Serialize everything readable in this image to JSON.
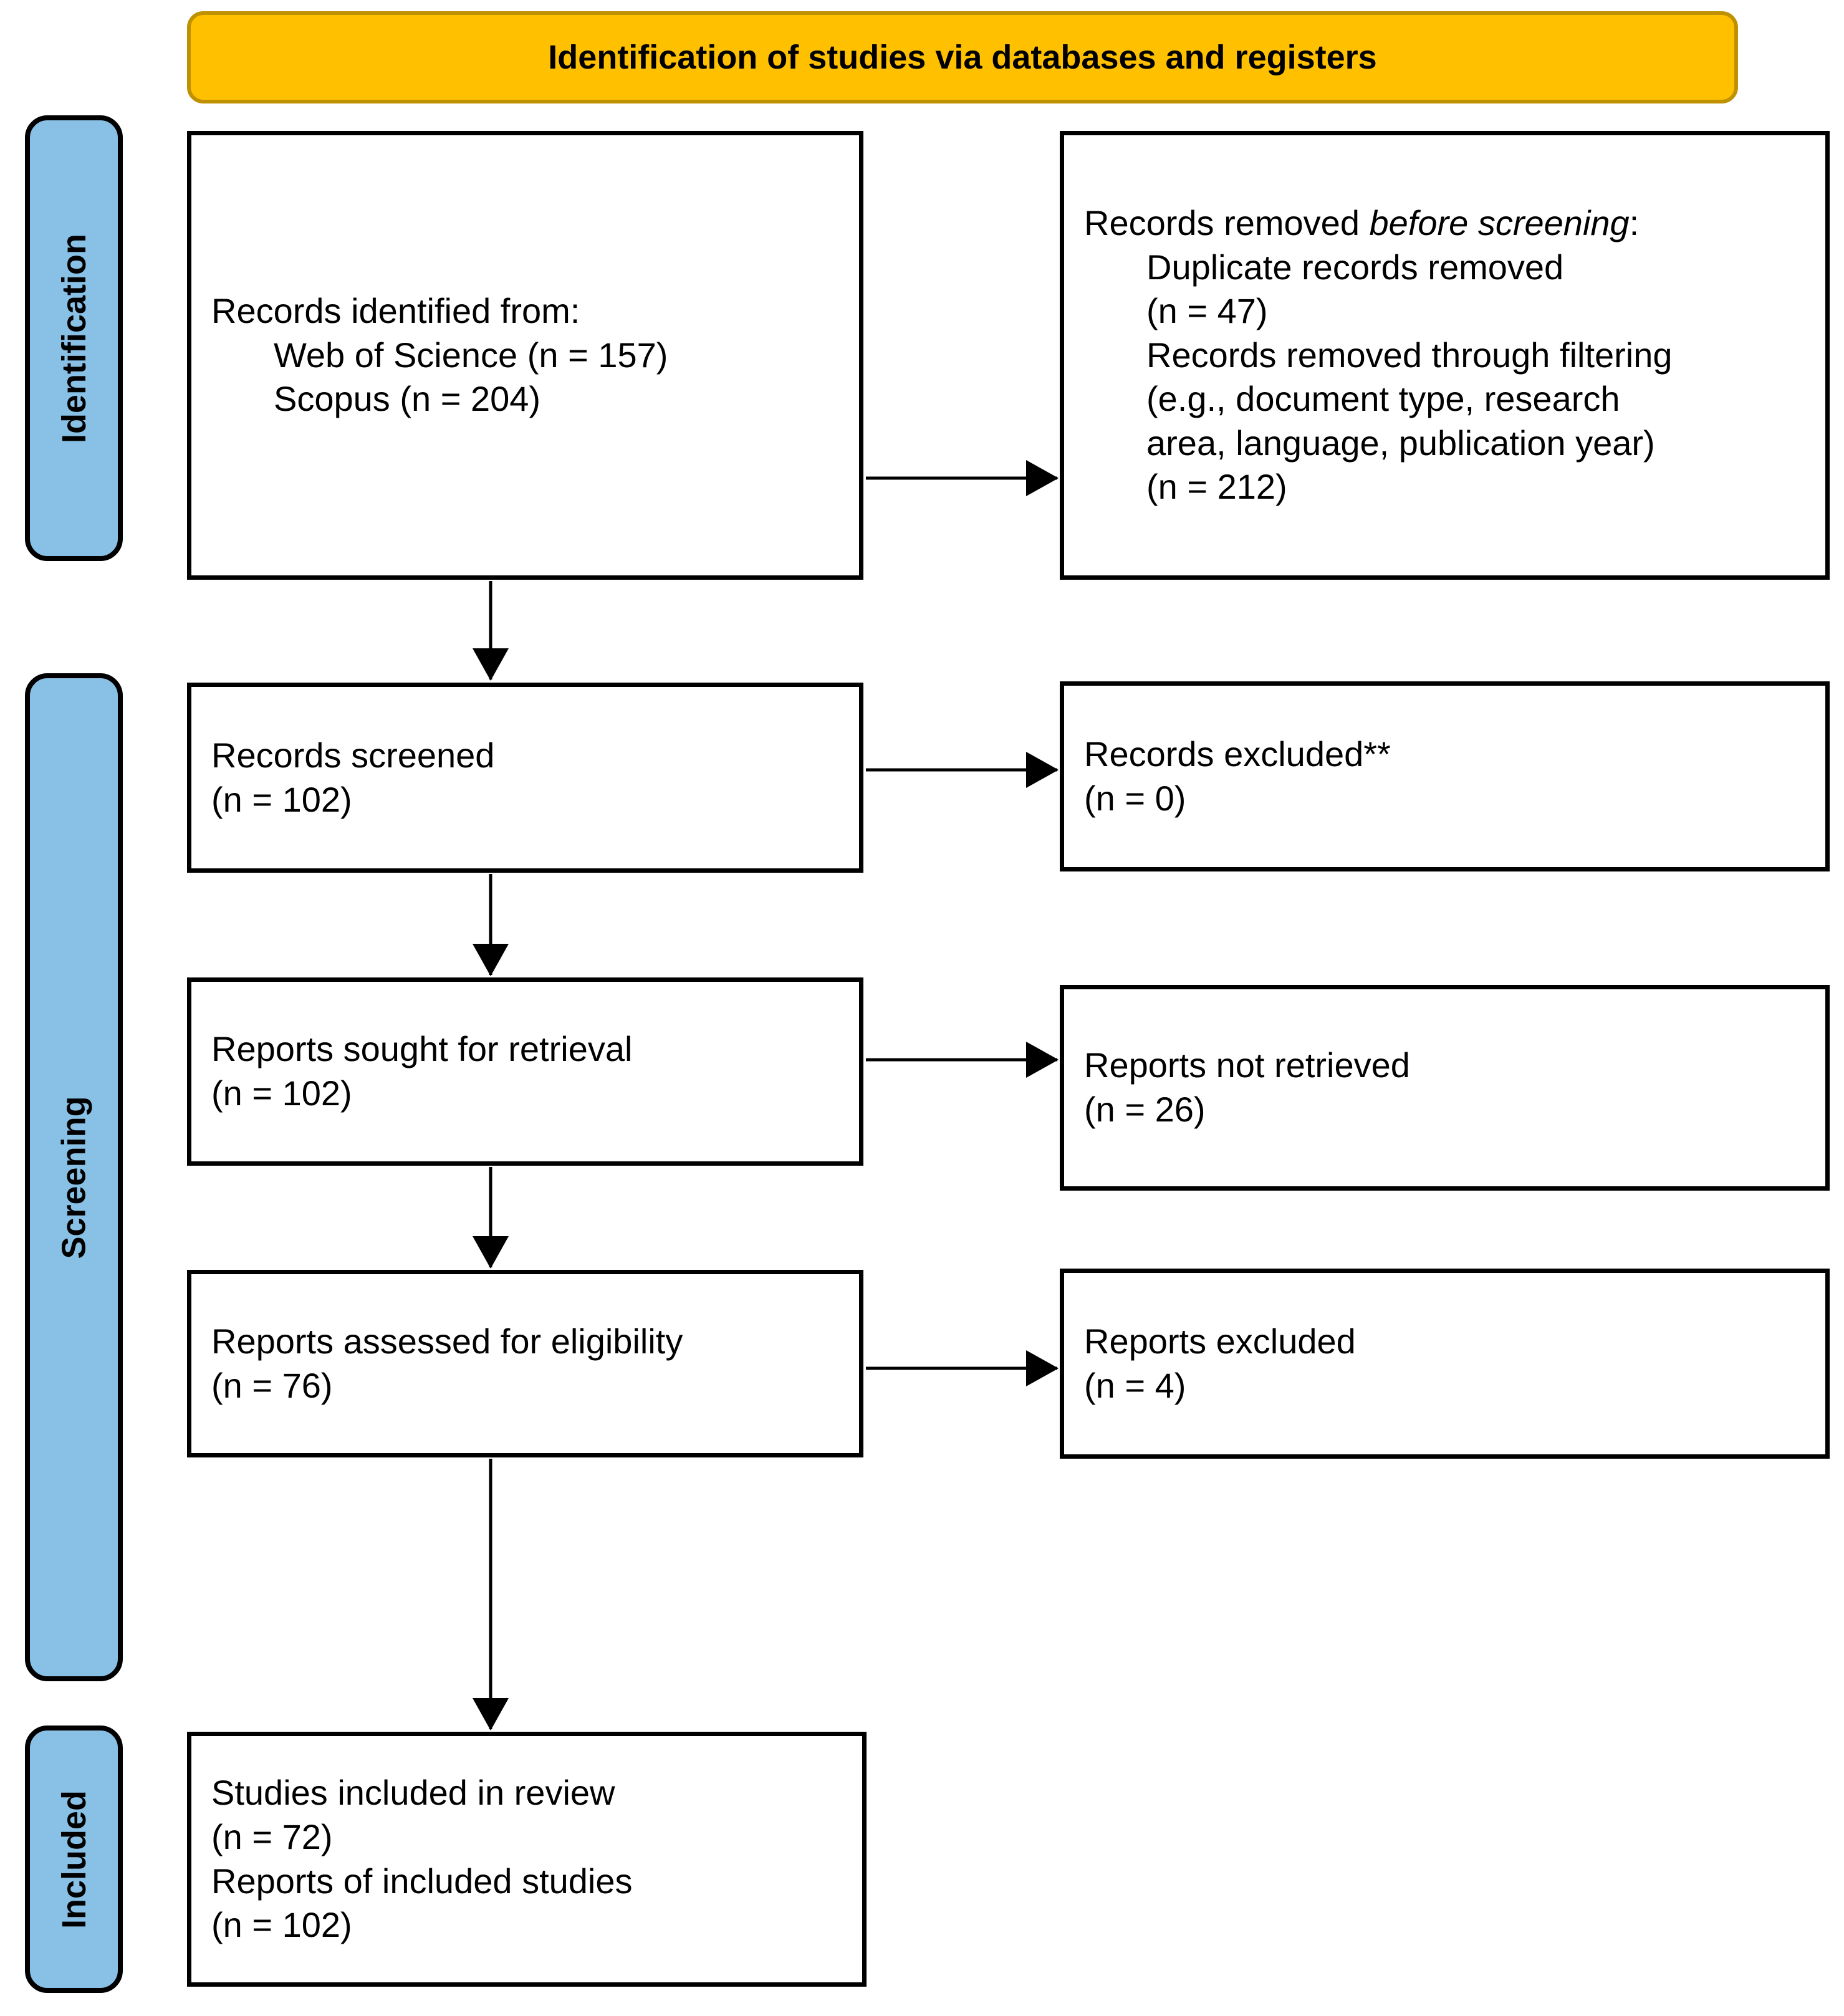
{
  "header": {
    "title": "Identification of studies via databases and registers"
  },
  "sidebar": {
    "identification": "Identification",
    "screening": "Screening",
    "included": "Included"
  },
  "boxes": {
    "records_identified": {
      "line1": "Records identified from:",
      "indent1": "Web of Science (n = 157)",
      "indent2": "Scopus (n = 204)"
    },
    "records_removed": {
      "prefix": "Records removed ",
      "italic": "before screening",
      "suffix": ":",
      "item1_line1": "Duplicate records removed",
      "item1_line2": "(n = 47)",
      "item2_line1": "Records removed through filtering",
      "item2_line2": "(e.g., document type, research",
      "item2_line3": "area, language, publication year)",
      "item2_line4": "(n = 212)"
    },
    "records_screened": {
      "line1": "Records screened",
      "line2": "(n = 102)"
    },
    "records_excluded": {
      "line1": "Records excluded**",
      "line2": "(n = 0)"
    },
    "reports_sought": {
      "line1": "Reports sought for retrieval",
      "line2": "(n = 102)"
    },
    "reports_not_retrieved": {
      "line1": "Reports not retrieved",
      "line2": "(n = 26)"
    },
    "reports_assessed": {
      "line1": "Reports assessed for eligibility",
      "line2": "(n = 76)"
    },
    "reports_excluded": {
      "line1": "Reports excluded",
      "line2": "(n = 4)"
    },
    "studies_included": {
      "line1": "Studies included in review",
      "line2": "(n = 72)",
      "line3": "Reports of included studies",
      "line4": "(n = 102)"
    }
  },
  "colors": {
    "header_fill": "#FFC000",
    "header_border": "#BF9000",
    "stage_fill": "#89C0E6",
    "box_border": "#000000",
    "arrow": "#000000"
  }
}
